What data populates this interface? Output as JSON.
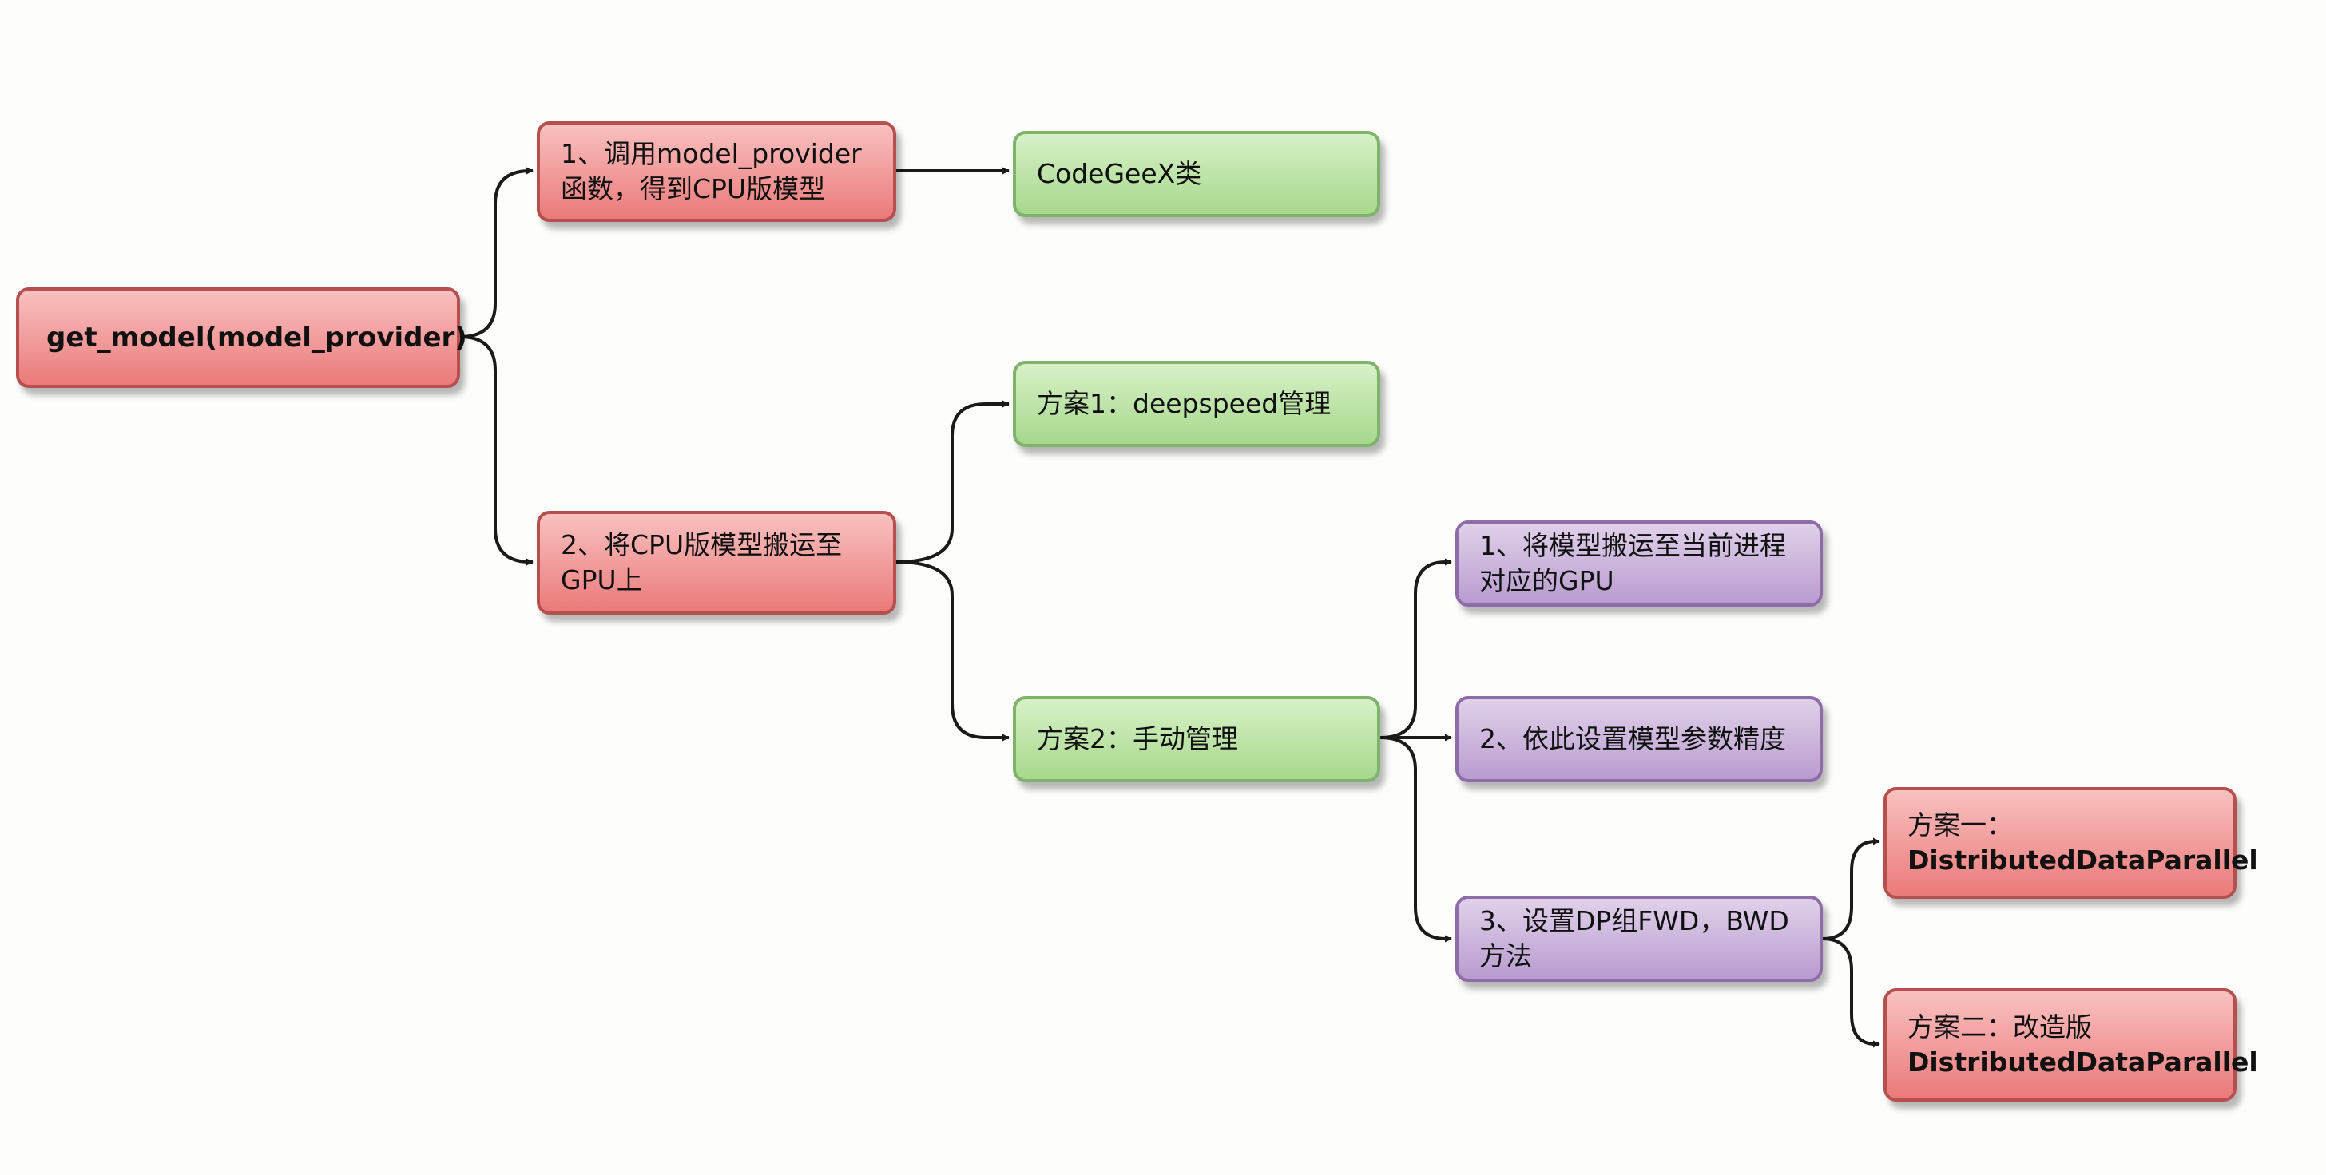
{
  "nodes": {
    "get_model": {
      "text": "get_model(model_provider)"
    },
    "step1": {
      "line1": "1、调用model_provider",
      "line2": "函数，得到CPU版模型"
    },
    "step2": {
      "line1": "2、将CPU版模型搬运至",
      "line2": "GPU上"
    },
    "codegeex": {
      "text": "CodeGeeX类"
    },
    "plan1": {
      "text": "方案1：deepspeed管理"
    },
    "plan2": {
      "text": "方案2：手动管理"
    },
    "move_gpu": {
      "line1": "1、将模型搬运至当前进程",
      "line2": "对应的GPU"
    },
    "precision": {
      "text": "2、依此设置模型参数精度"
    },
    "dp_group": {
      "line1": "3、设置DP组FWD，BWD",
      "line2": "方法"
    },
    "option_one": {
      "line1": "方案一：",
      "line2": "DistributedDataParallel"
    },
    "option_two": {
      "line1": "方案二：改造版",
      "line2": "DistributedDataParallel"
    }
  },
  "colors": {
    "red_node": "#eb7a7a",
    "green_node": "#a7d88c",
    "purple_node": "#b99ccf",
    "connector": "#1a1a1a"
  }
}
